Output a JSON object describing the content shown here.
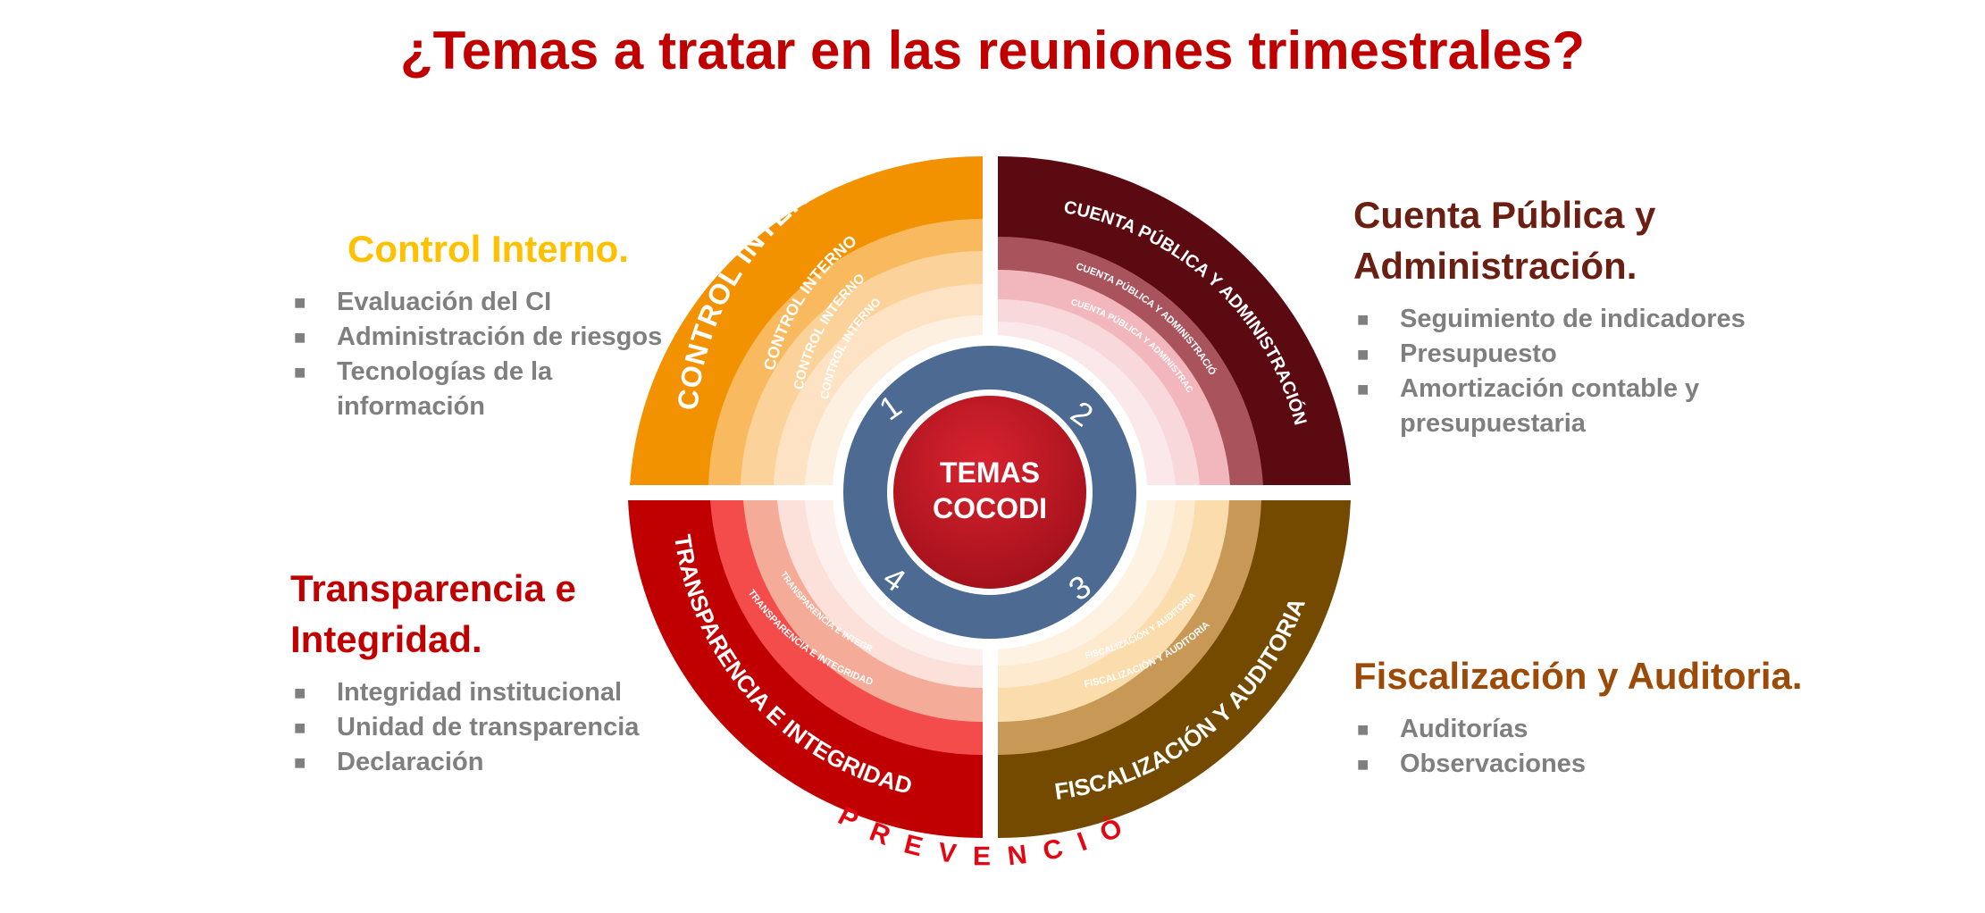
{
  "title": "¿Temas a tratar en las reuniones trimestrales?",
  "center": {
    "line1": "TEMAS",
    "line2": "COCODI"
  },
  "numbers": [
    "1",
    "2",
    "3",
    "4"
  ],
  "prevencion": "PREVENCIÓN",
  "quadrants": {
    "control_interno": {
      "heading": "Control Interno.",
      "ring_label": "CONTROL INTERNO",
      "items": [
        "Evaluación del CI",
        "Administración de riesgos",
        "Tecnologías de la información"
      ]
    },
    "cuenta_publica": {
      "heading_line1": "Cuenta Pública y",
      "heading_line2": "Administración.",
      "ring_label": "CUENTA PÚBLICA Y ADMINISTRACIÓN",
      "items": [
        "Seguimiento de indicadores",
        "Presupuesto",
        "Amortización contable y presupuestaria"
      ]
    },
    "transparencia": {
      "heading_line1": "Transparencia e",
      "heading_line2": "Integridad.",
      "ring_label": "TRANSPARENCIA E INTEGRIDAD",
      "items": [
        "Integridad institucional",
        "Unidad de transparencia",
        "Declaración"
      ]
    },
    "fiscalizacion": {
      "heading": "Fiscalización y Auditoria.",
      "ring_label": "FISCALIZACIÓN Y AUDITORIA",
      "items": [
        "Auditorías",
        "Observaciones"
      ]
    }
  },
  "colors": {
    "title": "#c00000",
    "ci": [
      "#f39200",
      "#f9b95f",
      "#fcd29b",
      "#fde3c4",
      "#fef0e0"
    ],
    "cp": [
      "#5b0a12",
      "#a9545c",
      "#f1b7bd",
      "#f9d8db",
      "#fbe8ea"
    ],
    "ti": [
      "#c00000",
      "#f44b4b",
      "#f4ab98",
      "#fbe1da",
      "#fdf0ec"
    ],
    "fa": [
      "#744a00",
      "#c89956",
      "#fbdcad",
      "#fdeacf",
      "#fef3e3"
    ],
    "hub": "#4c6a92",
    "core": "#be1622"
  }
}
